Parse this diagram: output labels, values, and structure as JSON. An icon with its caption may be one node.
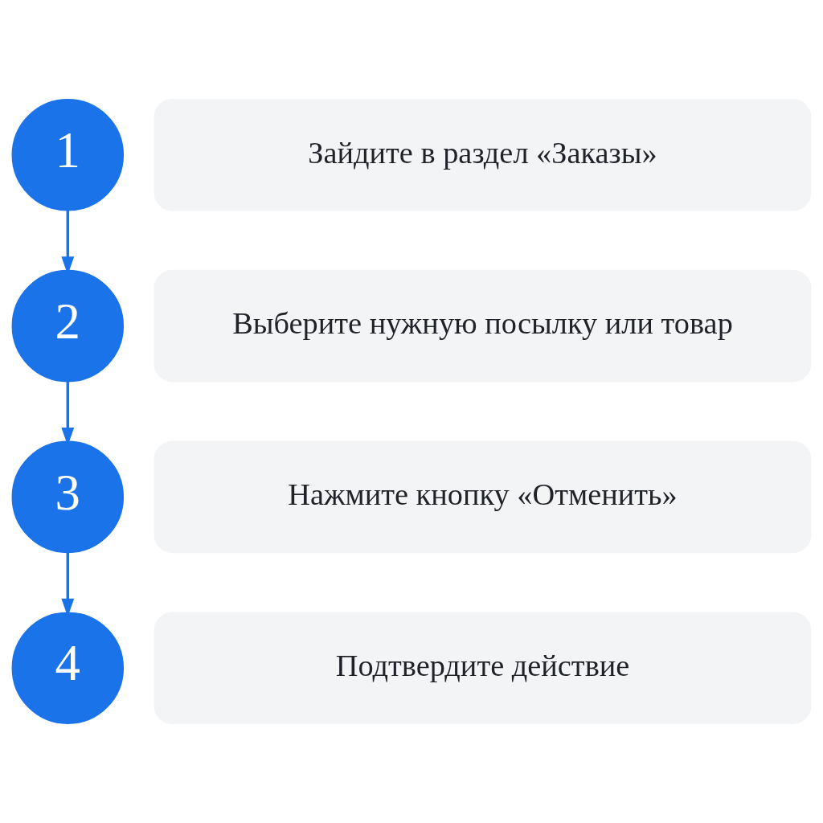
{
  "diagram": {
    "nodes": [
      {
        "text": [
          "1"
        ]
      },
      {
        "text": [
          "Зайдите в раздел «Заказы»"
        ]
      },
      {
        "text": [
          "2"
        ]
      },
      {
        "text": [
          "Выберите нужную посылку или товар"
        ]
      },
      {
        "text": [
          "3"
        ]
      },
      {
        "text": [
          "Нажмите кнопку «Отменить»"
        ]
      },
      {
        "text": [
          "4"
        ]
      },
      {
        "text": [
          "Подтвердите действие"
        ]
      }
    ],
    "edges": [
      {
        "from": 0,
        "to": 2,
        "arrow": "to"
      },
      {
        "from": 2,
        "to": 4,
        "arrow": "to"
      },
      {
        "from": 4,
        "to": 6,
        "arrow": "to"
      }
    ]
  }
}
